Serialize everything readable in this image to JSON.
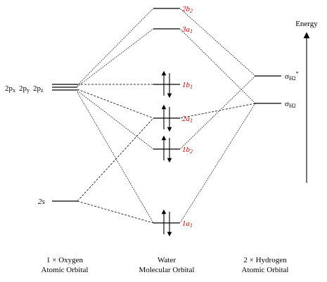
{
  "oxygen": {
    "p_labels": [
      {
        "main": "2p",
        "sub": "x"
      },
      {
        "main": "2p",
        "sub": "y"
      },
      {
        "main": "2p",
        "sub": "z"
      }
    ],
    "s_label": "2s",
    "column_label_1": "1 × Oxygen",
    "column_label_2": "Atomic Orbital"
  },
  "water": {
    "orbitals": [
      {
        "main": "2b",
        "sub": "2",
        "electrons": 0
      },
      {
        "main": "3a",
        "sub": "1",
        "electrons": 0
      },
      {
        "main": "1b",
        "sub": "1",
        "electrons": 2
      },
      {
        "main": "2a",
        "sub": "1",
        "electrons": 2
      },
      {
        "main": "1b",
        "sub": "2",
        "electrons": 2
      },
      {
        "main": "1a",
        "sub": "1",
        "electrons": 2
      }
    ],
    "column_label_1": "Water",
    "column_label_2": "Molecular Orbital"
  },
  "hydrogen": {
    "sigma_star": {
      "main": "σ",
      "sub": "H2",
      "sup": "*"
    },
    "sigma": {
      "main": "σ",
      "sub": "H2"
    },
    "column_label_1": "2 × Hydrogen",
    "column_label_2": "Atomic Orbital"
  },
  "energy_label": "Energy",
  "colors": {
    "mo_label": "#cc0000",
    "lines": "#000000"
  }
}
